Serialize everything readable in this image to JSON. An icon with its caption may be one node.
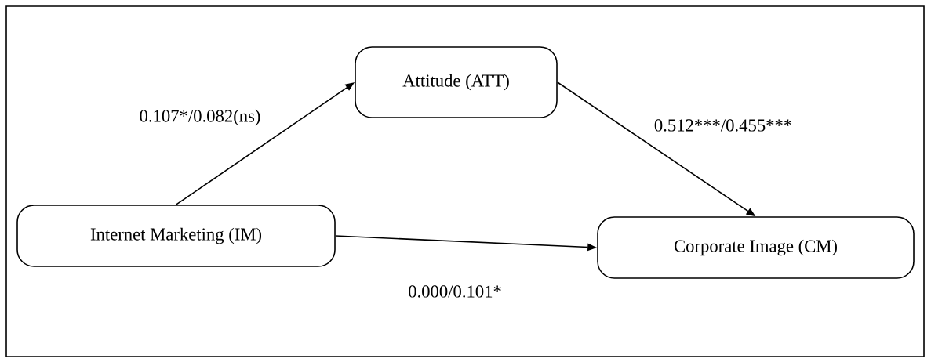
{
  "diagram": {
    "nodes": [
      {
        "text": [
          "Attitude (ATT)"
        ]
      },
      {
        "text": [
          "Internet Marketing (IM)"
        ]
      },
      {
        "text": [
          "Corporate Image (CM)"
        ]
      }
    ],
    "edges": [
      {
        "from": 1,
        "to": 0,
        "arrow": "to",
        "label": "0.107*/0.082(ns)"
      },
      {
        "from": 0,
        "to": 2,
        "arrow": "to",
        "label": "0.512***/0.455***"
      },
      {
        "from": 1,
        "to": 2,
        "arrow": "to",
        "label": "0.000/0.101*"
      }
    ]
  }
}
